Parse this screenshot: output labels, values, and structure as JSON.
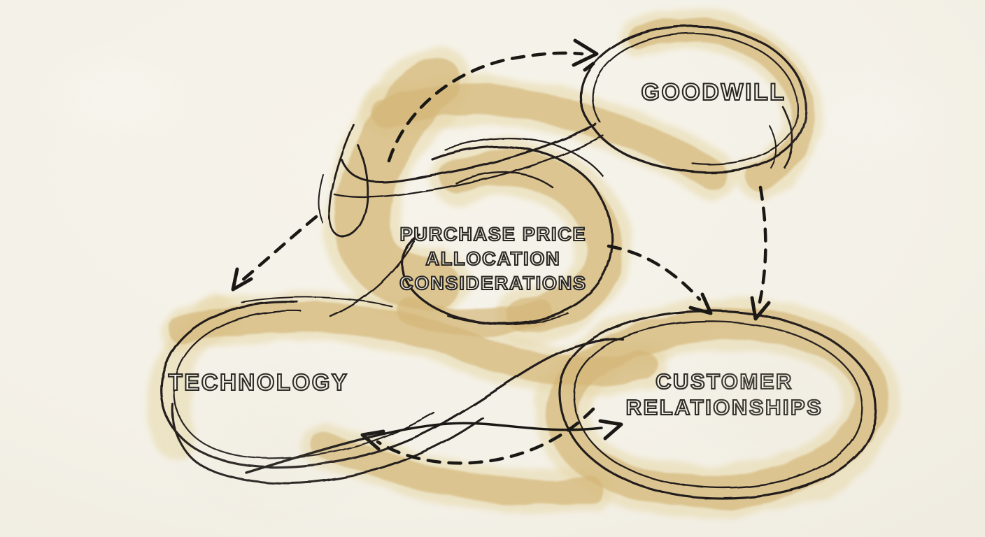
{
  "meta": {
    "description": "Hand-drawn watercolor concept diagram",
    "style": "ink sketch with tan watercolor washes on cream paper"
  },
  "palette": {
    "background": "#f4f1e8",
    "background_light": "#f6f3ea",
    "watercolor_core": "#d3b575",
    "watercolor_light": "#e7d9a9",
    "ink": "#221f1a",
    "arrow": "#1a1815",
    "text": "#2a2722"
  },
  "diagram": {
    "center": {
      "id": "purchase-price-allocation-considerations",
      "label_lines": [
        "Purchase Price",
        "Allocation",
        "Considerations"
      ]
    },
    "nodes": [
      {
        "id": "goodwill",
        "label": "Goodwill"
      },
      {
        "id": "technology",
        "label": "Technology"
      },
      {
        "id": "customer-relationships",
        "label_lines": [
          "Customer",
          "Relationships"
        ]
      }
    ],
    "edges": [
      {
        "from": "purchase-price-allocation-considerations",
        "to": "goodwill",
        "style": "dashed"
      },
      {
        "from": "purchase-price-allocation-considerations",
        "to": "technology",
        "style": "dashed"
      },
      {
        "from": "purchase-price-allocation-considerations",
        "to": "customer-relationships",
        "style": "dashed"
      },
      {
        "from": "goodwill",
        "to": "customer-relationships",
        "style": "dashed"
      },
      {
        "from": "customer-relationships",
        "to": "technology",
        "style": "dashed"
      },
      {
        "from": "technology",
        "to": "customer-relationships",
        "style": "solid"
      }
    ]
  }
}
